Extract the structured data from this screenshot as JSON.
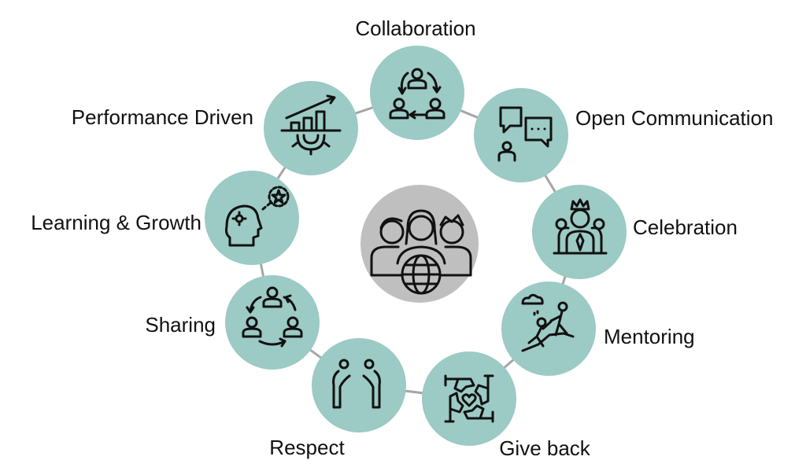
{
  "colors": {
    "node_fill": "#9ccac5",
    "center_fill": "#bfbfbf",
    "ring_line": "#a6a6a6",
    "icon_stroke": "#111111",
    "text": "#111111"
  },
  "center": {
    "icon": "diverse-team-globe-icon"
  },
  "nodes": [
    {
      "label": "Collaboration",
      "icon": "collaboration-cycle-icon"
    },
    {
      "label": "Open Communication",
      "icon": "chat-bubbles-icon"
    },
    {
      "label": "Celebration",
      "icon": "crowned-person-icon"
    },
    {
      "label": "Mentoring",
      "icon": "climbing-help-icon"
    },
    {
      "label": "Give back",
      "icon": "joined-hands-heart-icon"
    },
    {
      "label": "Respect",
      "icon": "bowing-people-icon"
    },
    {
      "label": "Sharing",
      "icon": "sharing-cycle-icon"
    },
    {
      "label": "Learning & Growth",
      "icon": "head-star-icon"
    },
    {
      "label": "Performance Driven",
      "icon": "growth-chart-gear-icon"
    }
  ]
}
